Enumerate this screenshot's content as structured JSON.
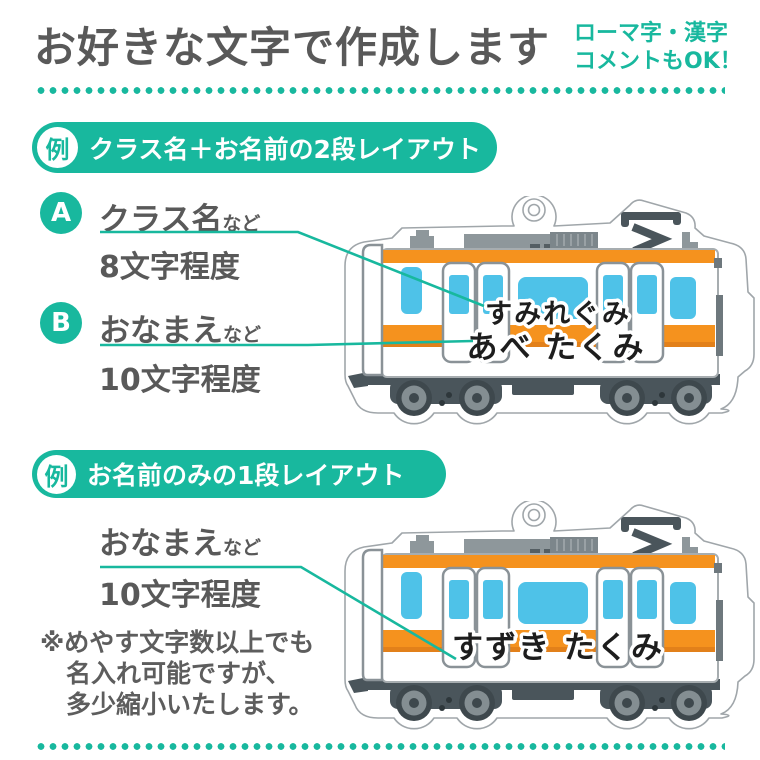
{
  "colors": {
    "teal": "#18B89E",
    "orange_stripe": "#F5921E",
    "orange_stripe_dark": "#E2801A",
    "window_blue": "#4EC2E8",
    "text_gray": "#595959",
    "roof_gray": "#8E979B",
    "undercarriage_gray": "#4A555B",
    "keychain_outline_gray": "#A0A6AA",
    "train_text_black": "#1D1D1D"
  },
  "header": {
    "title": "お好きな文字で作成します",
    "note_line1": "ローマ字・漢字",
    "note_line2": "コメントもOK！"
  },
  "sections": [
    {
      "badge": "例",
      "title": "クラス名＋お名前の2段レイアウト",
      "items": [
        {
          "marker": "A",
          "label": "クラス名",
          "label_suffix": "など",
          "limit": "8文字程度"
        },
        {
          "marker": "B",
          "label": "おなまえ",
          "label_suffix": "など",
          "limit": "10文字程度"
        }
      ]
    },
    {
      "badge": "例",
      "title": "お名前のみの1段レイアウト",
      "items": [
        {
          "label": "おなまえ",
          "label_suffix": "など",
          "limit": "10文字程度"
        }
      ],
      "note_lines": [
        "※めやす文字数以上でも",
        "名入れ可能ですが、",
        "多少縮小いたします。"
      ]
    }
  ],
  "trains": [
    {
      "line1": "すみれぐみ",
      "line2": "あべ たくみ"
    },
    {
      "line1": "すずき たくみ"
    }
  ]
}
